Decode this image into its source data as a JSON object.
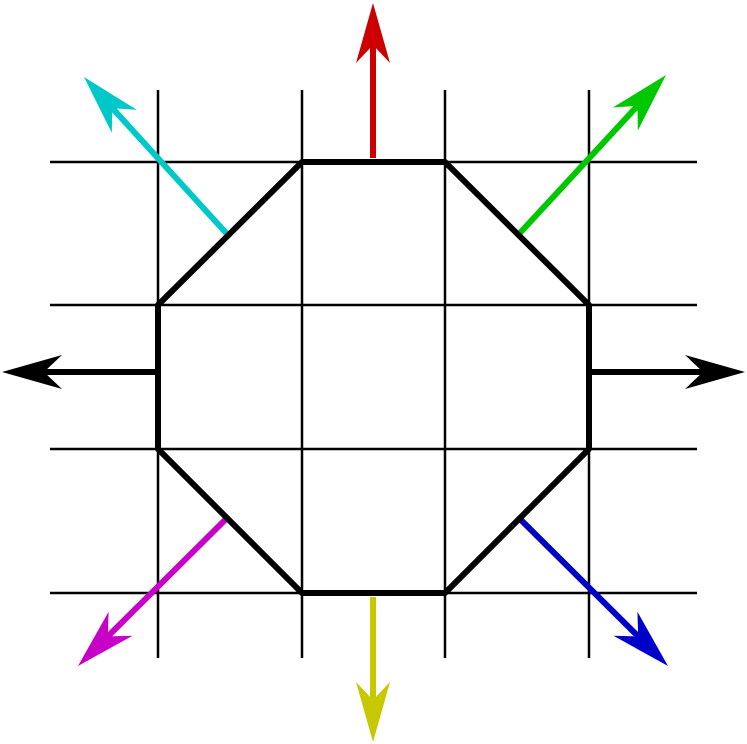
{
  "diagram": {
    "description_role": "octagon-on-grid-with-normal-arrows",
    "grid": {
      "columns": 4,
      "rows": 4
    },
    "octagon": {
      "color": "#000000"
    },
    "arrows": [
      {
        "id": "north",
        "direction": "N",
        "color": "#cc0000"
      },
      {
        "id": "north-east",
        "direction": "NE",
        "color": "#00c800"
      },
      {
        "id": "east",
        "direction": "E",
        "color": "#000000"
      },
      {
        "id": "south-east",
        "direction": "SE",
        "color": "#0000c8"
      },
      {
        "id": "south",
        "direction": "S",
        "color": "#c8c800"
      },
      {
        "id": "south-west",
        "direction": "SW",
        "color": "#c800c8"
      },
      {
        "id": "west",
        "direction": "W",
        "color": "#000000"
      },
      {
        "id": "north-west",
        "direction": "NW",
        "color": "#00c8c8"
      }
    ]
  }
}
